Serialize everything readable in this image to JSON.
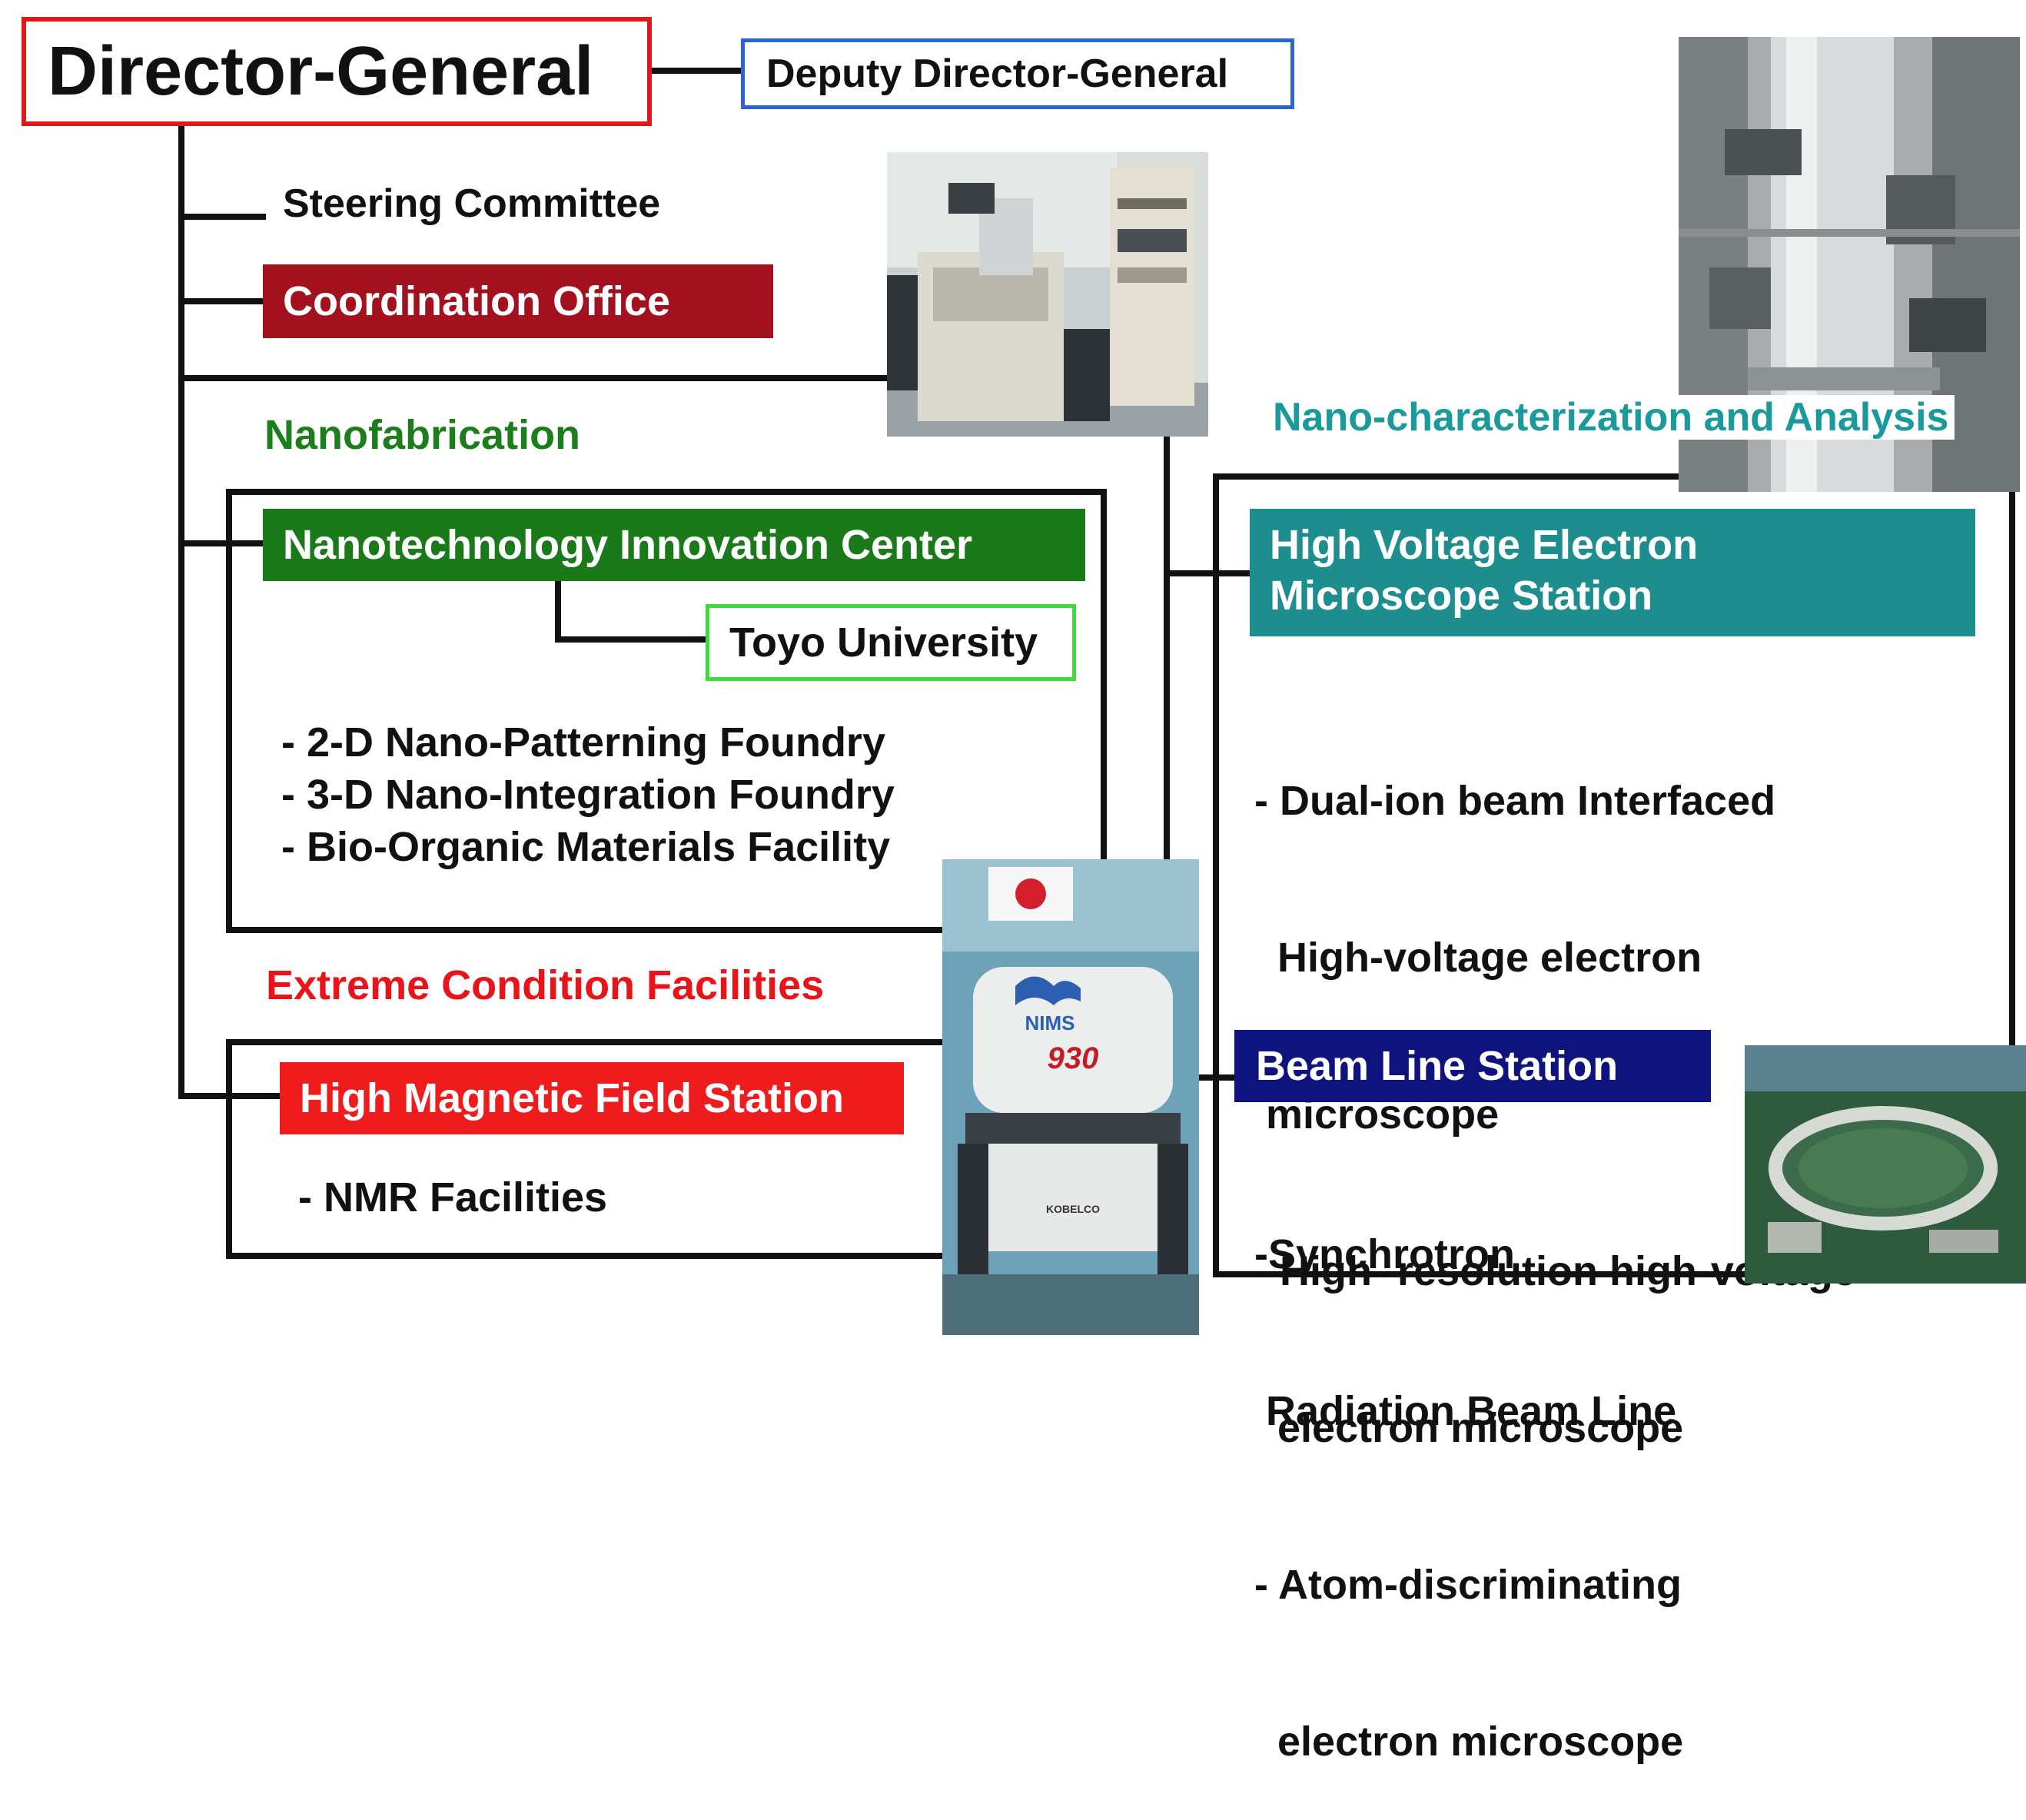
{
  "director": {
    "label": "Director-General",
    "border": "#e3161b"
  },
  "deputy": {
    "label": "Deputy Director-General",
    "border": "#2e63d6"
  },
  "steering": {
    "label": "Steering Committee"
  },
  "coordination": {
    "label": "Coordination Office",
    "bg": "#a3111f"
  },
  "nanofab": {
    "heading": "Nanofabrication",
    "color": "#1b7e1b",
    "center": {
      "label": "Nanotechnology Innovation Center",
      "bg": "#1a7a1a"
    },
    "partner": {
      "label": "Toyo University",
      "border": "#3ddc3d"
    },
    "items": [
      "- 2-D Nano-Patterning Foundry",
      "- 3-D Nano-Integration Foundry",
      "- Bio-Organic Materials Facility"
    ]
  },
  "extreme": {
    "heading": "Extreme Condition Facilities",
    "color": "#e8141a",
    "station": {
      "label": "High Magnetic Field Station",
      "bg": "#ee1c1c"
    },
    "items": [
      "- NMR Facilities"
    ]
  },
  "characterization": {
    "heading": "Nano-characterization and Analysis",
    "color": "#1a9a9a",
    "hvem": {
      "lines": [
        "High Voltage Electron",
        "Microscope Station"
      ],
      "bg": "#1d8d8d"
    },
    "hvem_items": [
      {
        "lines": [
          "- Dual-ion beam Interfaced",
          "  High-voltage electron",
          " microscope"
        ]
      },
      {
        "lines": [
          "- High- resolution high-voltage",
          "  electron microscope"
        ]
      },
      {
        "lines": [
          "- Atom-discriminating",
          "  electron microscope"
        ]
      }
    ],
    "beamline": {
      "label": "Beam Line Station",
      "bg": "#0e137d"
    },
    "beamline_items": [
      {
        "lines": [
          "-Synchrotron",
          " Radiation Beam Line"
        ]
      }
    ]
  },
  "magnet_photo": {
    "logo": "NIMS",
    "number": "930",
    "maker": "KOBELCO"
  }
}
